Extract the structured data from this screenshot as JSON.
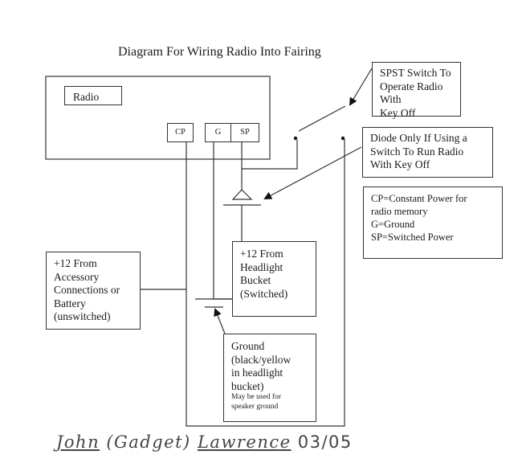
{
  "title": "Diagram For Wiring Radio Into Fairing",
  "radio": {
    "label": "Radio",
    "terminals": {
      "cp": "CP",
      "g": "G",
      "sp": "SP"
    }
  },
  "callouts": {
    "switch": [
      "SPST Switch To",
      "Operate Radio With",
      "Key Off"
    ],
    "diode": [
      "Diode Only If Using a",
      "Switch To Run Radio",
      "With Key Off"
    ],
    "legend": [
      "CP=Constant Power for",
      "radio memory",
      "G=Ground",
      "SP=Switched Power"
    ],
    "accessory": [
      "+12 From",
      "Accessory",
      "Connections or",
      "Battery",
      "(unswitched)"
    ],
    "headlight": [
      "+12 From",
      "Headlight",
      "Bucket",
      "(Switched)"
    ],
    "ground": [
      "Ground",
      "(black/yellow",
      "in headlight",
      "bucket)"
    ],
    "ground_note": [
      "May be used for",
      "speaker ground"
    ]
  },
  "signature": {
    "first": "John",
    "nick": "(Gadget)",
    "last": "Lawrence",
    "date": "03/05"
  }
}
